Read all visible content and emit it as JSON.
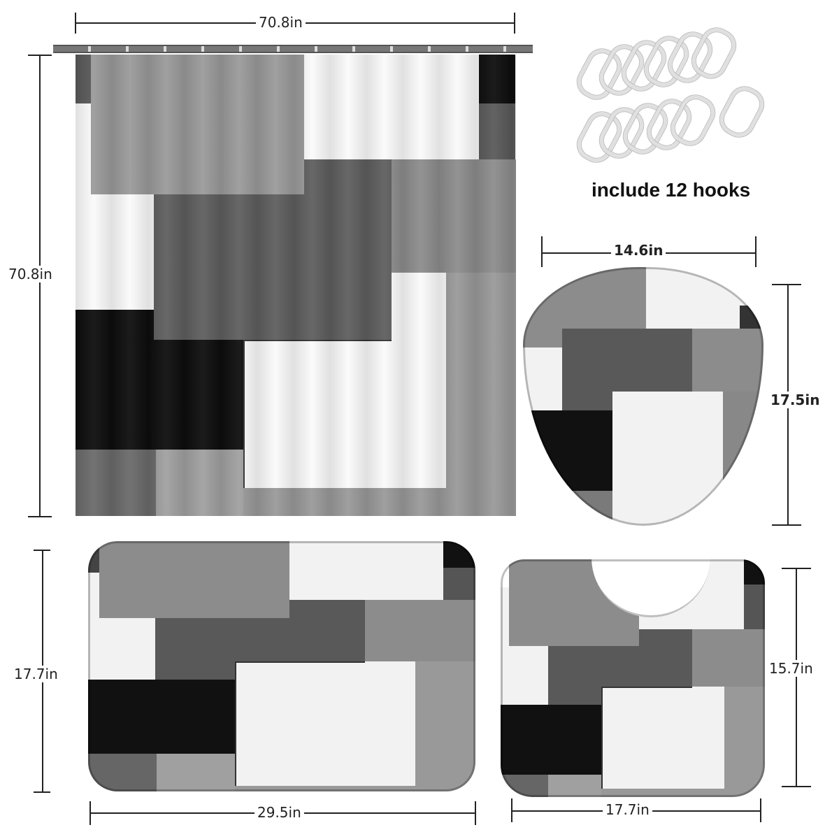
{
  "curtain": {
    "width_label": "70.8in",
    "height_label": "70.8in",
    "colors": {
      "black": "#0d0d0d",
      "dark": "#595959",
      "mid": "#8c8c8c",
      "light": "#a6a6a6",
      "white": "#fafafa"
    }
  },
  "hooks": {
    "caption": "include 12 hooks",
    "count": 12
  },
  "lid_cover": {
    "width_label": "14.6in",
    "height_label": "17.5in"
  },
  "bath_mat": {
    "width_label": "29.5in",
    "height_label": "17.7in"
  },
  "contour_mat": {
    "width_label": "17.7in",
    "height_label": "15.7in"
  }
}
